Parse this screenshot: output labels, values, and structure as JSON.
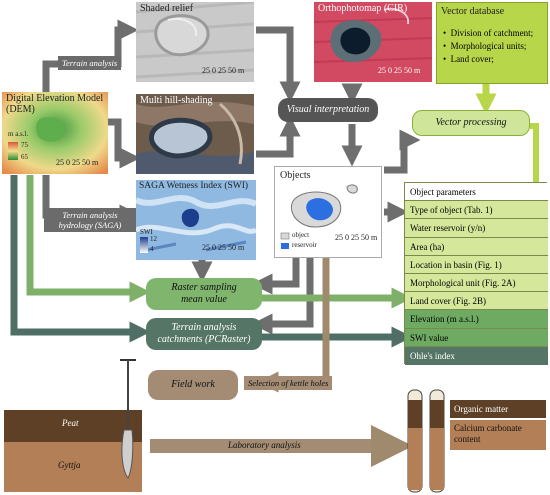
{
  "panels": {
    "shaded_relief": {
      "title": "Shaded relief",
      "scale": "25 0 25 50 m"
    },
    "multi_hill": {
      "title": "Multi hill-shading"
    },
    "orthophoto": {
      "title": "Orthophotomap (CIR)",
      "scale": "25 0 25 50 m"
    },
    "dem": {
      "title": "Digital Elevation Model (DEM)",
      "unit": "m a.s.l.",
      "max": "75",
      "min": "65",
      "scale": "25 0 25 50 m"
    },
    "swi": {
      "title": "SAGA Wetness Index (SWI)",
      "legend_title": "SWI",
      "max": "12",
      "min": "4",
      "scale": "25 0 25 50 m"
    },
    "objects": {
      "title": "Objects",
      "scale": "25 0 25 50 m",
      "legend": [
        "object",
        "reservoir"
      ]
    }
  },
  "vector_database": {
    "title": "Vector database",
    "items": [
      "Division of catchment;",
      "Morphological units;",
      "Land cover;"
    ]
  },
  "processes": {
    "terrain_analysis": "Terrain analysis",
    "visual_interpretation": "Visual interpretation",
    "vector_processing": "Vector processing",
    "terrain_hydrology": [
      "Terrain analysis",
      "hydrology (SAGA)"
    ],
    "raster_sampling": [
      "Raster sampling",
      "mean value"
    ],
    "terrain_catchments": [
      "Terrain analysis",
      "catchments (PCRaster)"
    ],
    "field_work": "Field work",
    "selection": "Selection of kettle holes",
    "laboratory": "Laboratory analysis"
  },
  "object_parameters": {
    "header": "Object parameters",
    "rows": [
      "Type of object (Tab. 1)",
      "Water reservoir (y/n)",
      "Area (ha)",
      "Location in basin (Fig. 1)",
      "Morphological unit (Fig. 2A)",
      "Land cover (Fig. 2B)",
      "Elevation (m a.s.l.)",
      "SWI value",
      "Ohle's index"
    ]
  },
  "soil": {
    "peat": "Peat",
    "gyttja": "Gyttja"
  },
  "lab_results": [
    "Organic matter",
    "Calcium carbonate content"
  ],
  "colors": {
    "arrow_gray": "#6e6e6e",
    "arrow_green": "#7fb069",
    "arrow_teal": "#4f6f66",
    "arrow_brown": "#a08a6e",
    "lime": "#b7d64a",
    "teal_box": "#557566",
    "field_brown": "#a38c73",
    "dark_pill": "#555555"
  }
}
